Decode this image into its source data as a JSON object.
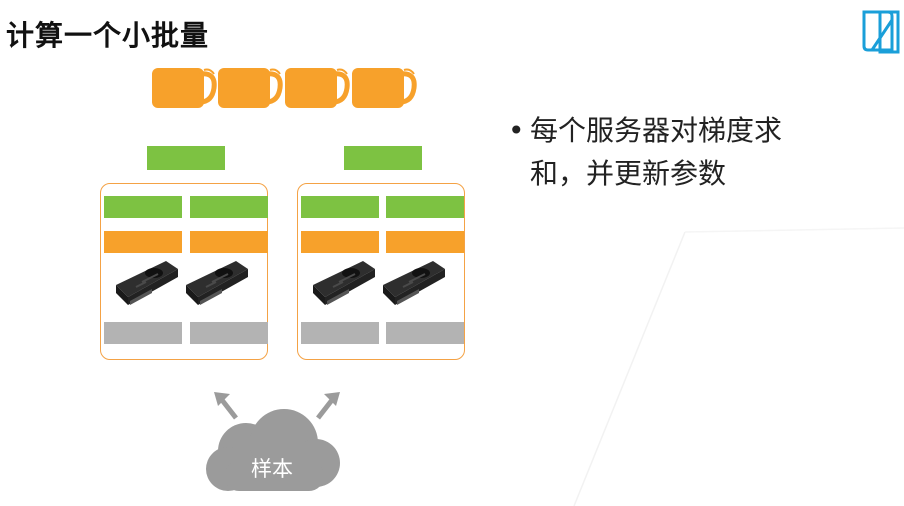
{
  "title": "计算一个小批量",
  "logo_icon": "bookmark-logo-icon",
  "colors": {
    "green": "#7dc242",
    "orange": "#f7a12b",
    "gray": "#b3b3b3",
    "server_border": "#f4a245",
    "cloud": "#9b9b9b",
    "arrow": "#9b9b9b",
    "logo": "#1a9fd9"
  },
  "mugs": {
    "count": 4,
    "icon": "coffee-mug-icon"
  },
  "servers": [
    {
      "gpu_icon": "gpu-card-icon",
      "gpu_count": 2
    },
    {
      "gpu_icon": "gpu-card-icon",
      "gpu_count": 2
    }
  ],
  "cloud": {
    "label": "样本",
    "icon": "cloud-icon"
  },
  "bullet": {
    "marker": "•",
    "lines": [
      "每个服务器对梯度求",
      "和，并更新参数"
    ]
  }
}
